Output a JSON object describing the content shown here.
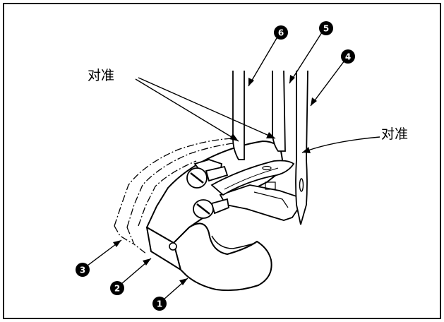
{
  "labels": {
    "align_left": "对准",
    "align_right": "对准"
  },
  "callouts": {
    "c1": "1",
    "c2": "2",
    "c3": "3",
    "c4": "4",
    "c5": "5",
    "c6": "6"
  },
  "colors": {
    "ink": "#000000",
    "paper": "#ffffff",
    "frame": "#1a1a1a"
  }
}
